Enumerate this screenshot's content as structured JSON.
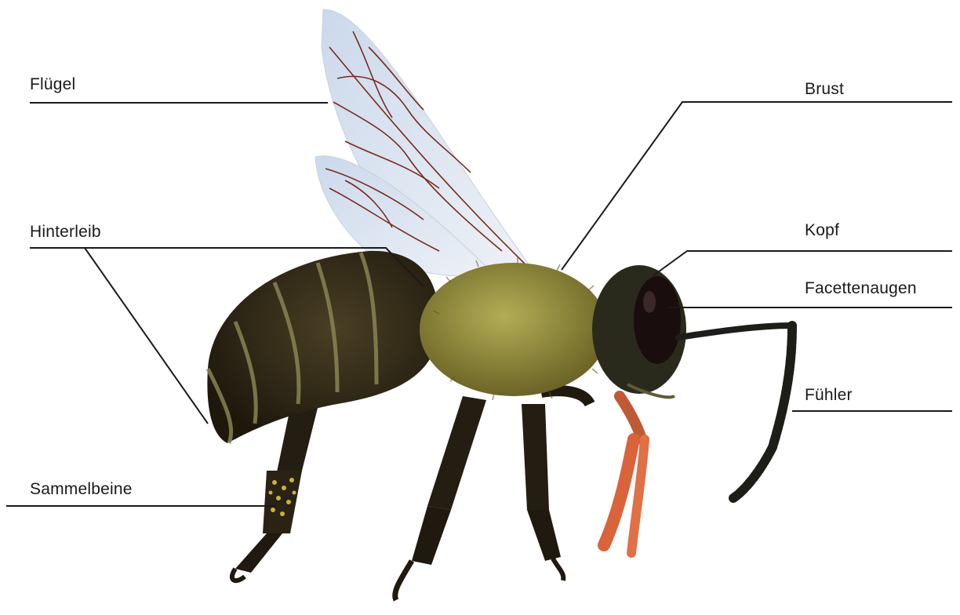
{
  "labels": {
    "wing": "Flügel",
    "thorax": "Brust",
    "abdomen": "Hinterleib",
    "head": "Kopf",
    "compound_eyes": "Facettenaugen",
    "antenna": "Fühler",
    "pollen_legs": "Sammelbeine"
  },
  "colors": {
    "background": "#ffffff",
    "leader_line": "#1a1a1a",
    "wing_fill": "#dde6f2",
    "wing_vein": "#7a2b1e",
    "body_dark": "#2b2416",
    "fur": "#8f8a3e",
    "eye": "#1a0d0d",
    "proboscis": "#d9643a",
    "pollen": "#c8b43a"
  },
  "icons": {
    "bee": "honeybee-illustration"
  }
}
